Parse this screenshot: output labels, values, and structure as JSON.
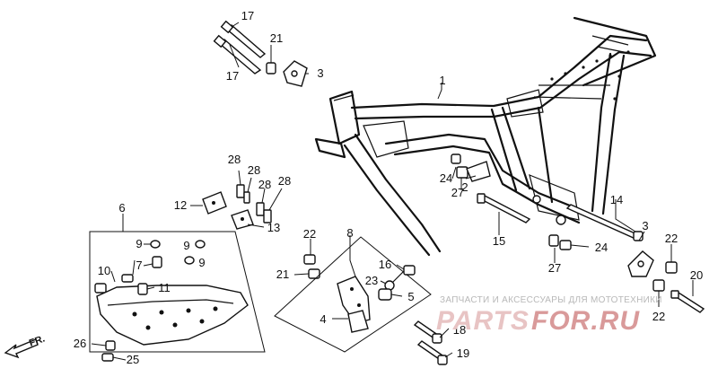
{
  "callouts": [
    {
      "id": "c17a",
      "text": "17"
    },
    {
      "id": "c17b",
      "text": "17"
    },
    {
      "id": "c21a",
      "text": "21"
    },
    {
      "id": "c3a",
      "text": "3"
    },
    {
      "id": "c1",
      "text": "1"
    },
    {
      "id": "c2",
      "text": "2"
    },
    {
      "id": "c24a",
      "text": "24"
    },
    {
      "id": "c27a",
      "text": "27"
    },
    {
      "id": "c28a",
      "text": "28"
    },
    {
      "id": "c28b",
      "text": "28"
    },
    {
      "id": "c28c",
      "text": "28"
    },
    {
      "id": "c28d",
      "text": "28"
    },
    {
      "id": "c12",
      "text": "12"
    },
    {
      "id": "c13",
      "text": "13"
    },
    {
      "id": "c6",
      "text": "6"
    },
    {
      "id": "c9a",
      "text": "9"
    },
    {
      "id": "c9b",
      "text": "9"
    },
    {
      "id": "c9c",
      "text": "9"
    },
    {
      "id": "c7",
      "text": "7"
    },
    {
      "id": "c10",
      "text": "10"
    },
    {
      "id": "c11",
      "text": "11"
    },
    {
      "id": "c22a",
      "text": "22"
    },
    {
      "id": "c21b",
      "text": "21"
    },
    {
      "id": "c8",
      "text": "8"
    },
    {
      "id": "c16",
      "text": "16"
    },
    {
      "id": "c23",
      "text": "23"
    },
    {
      "id": "c5",
      "text": "5"
    },
    {
      "id": "c4",
      "text": "4"
    },
    {
      "id": "c15",
      "text": "15"
    },
    {
      "id": "c14",
      "text": "14"
    },
    {
      "id": "c3b",
      "text": "3"
    },
    {
      "id": "c24b",
      "text": "24"
    },
    {
      "id": "c27b",
      "text": "27"
    },
    {
      "id": "c22b",
      "text": "22"
    },
    {
      "id": "c20",
      "text": "20"
    },
    {
      "id": "c22c",
      "text": "22"
    },
    {
      "id": "c18",
      "text": "18"
    },
    {
      "id": "c19",
      "text": "19"
    },
    {
      "id": "c26",
      "text": "26"
    },
    {
      "id": "c25",
      "text": "25"
    }
  ],
  "direction": {
    "label": "FR."
  },
  "watermark": {
    "text": "ЗАПЧАСТИ И АКСЕССУАРЫ ДЛЯ МОТОТЕХНИКИ",
    "logo_a": "PARTS",
    "logo_b": "FOR.RU"
  },
  "colors": {
    "ink": "#111111",
    "background": "#ffffff",
    "watermark_red": "#d99a9a"
  }
}
